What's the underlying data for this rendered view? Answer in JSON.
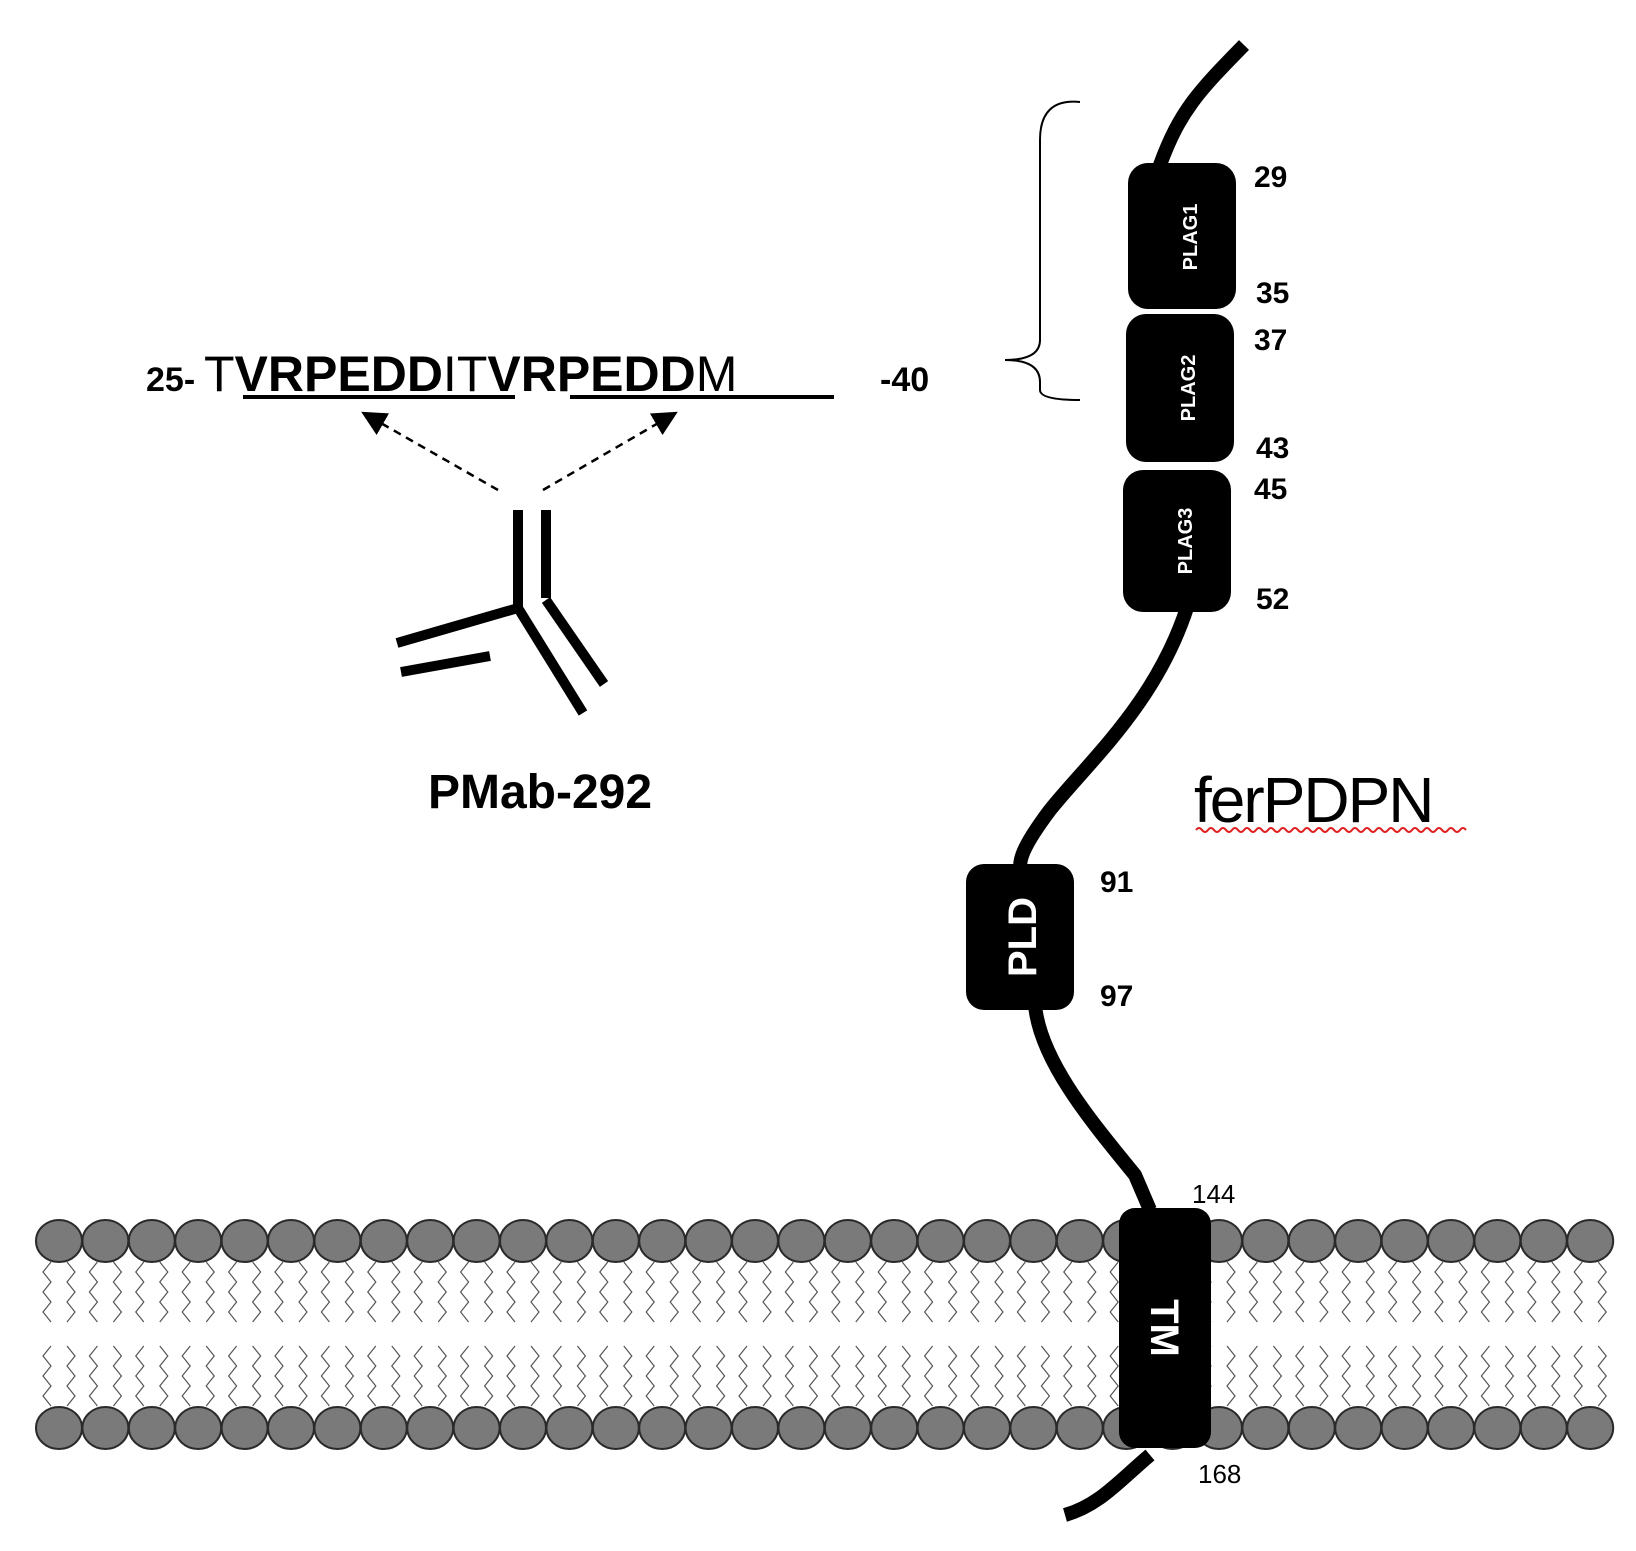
{
  "sequence": {
    "start": "25-",
    "parts": [
      {
        "text": "T",
        "bold": false,
        "underline": false
      },
      {
        "text": "VRPEDD",
        "bold": true,
        "underline": true
      },
      {
        "text": "IT",
        "bold": false,
        "underline": false
      },
      {
        "text": "VRPEDD",
        "bold": true,
        "underline": true
      },
      {
        "text": "M",
        "bold": false,
        "underline": false
      }
    ],
    "end": "-40"
  },
  "antibody": {
    "label": "PMab-292"
  },
  "protein": {
    "label": "ferPDPN"
  },
  "domains": [
    {
      "id": "plag1",
      "label": "PLAG1",
      "start": "29",
      "end": "35"
    },
    {
      "id": "plag2",
      "label": "PLAG2",
      "start": "37",
      "end": "43"
    },
    {
      "id": "plag3",
      "label": "PLAG3",
      "start": "45",
      "end": "52"
    },
    {
      "id": "pld",
      "label": "PLD",
      "start": "91",
      "end": "97"
    },
    {
      "id": "tm",
      "label": "TM",
      "start": "144",
      "end": "168"
    }
  ],
  "colors": {
    "chain": "#000000",
    "domain_fill": "#000000",
    "lipid_head": "#7a7a7a",
    "spellcheck_underline": "#e02020"
  }
}
